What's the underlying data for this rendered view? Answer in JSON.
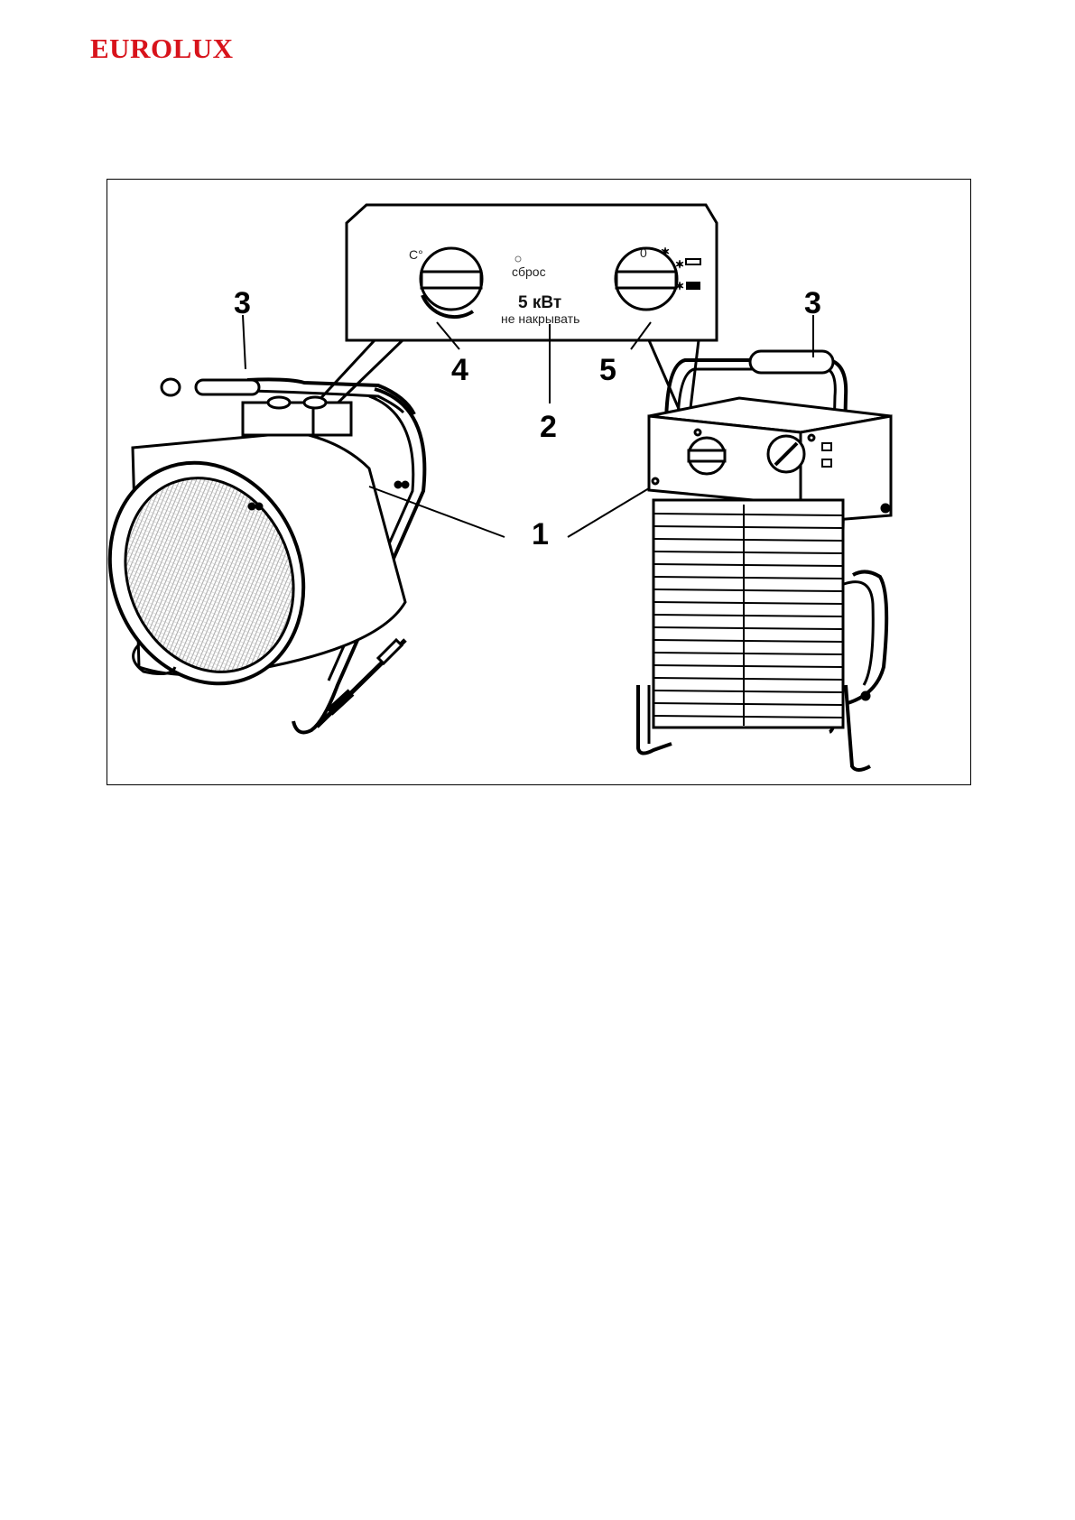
{
  "header": {
    "brand": "EUROLUX"
  },
  "diagram": {
    "panel": {
      "temp_symbol": "C°",
      "reset_label": "сброс",
      "power_label": "5 кВт",
      "warning_label": "не накрывать",
      "mode_zero": "0"
    },
    "callouts": {
      "body": "1",
      "control_panel": "2",
      "handle_left": "3",
      "handle_right": "3",
      "thermostat": "4",
      "mode_switch": "5"
    }
  }
}
